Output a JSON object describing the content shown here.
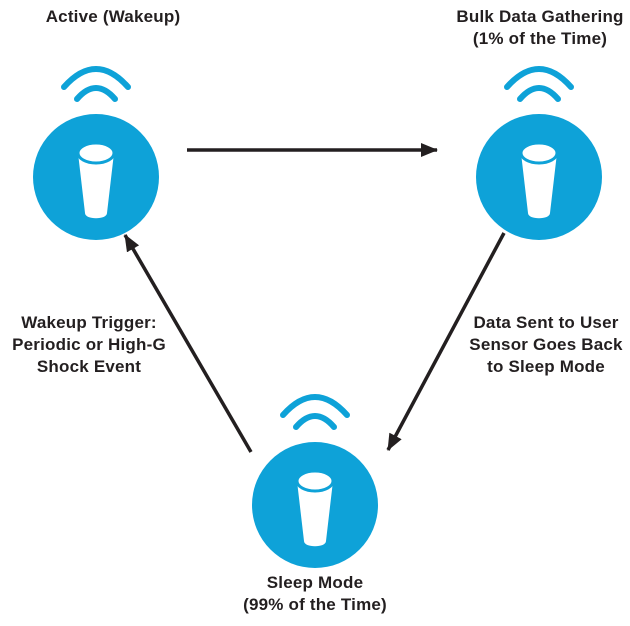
{
  "colors": {
    "node_blue": "#0ea2d8",
    "ink": "#231f20",
    "background": "#ffffff"
  },
  "nodes": {
    "active": {
      "label": "Active (Wakeup)"
    },
    "bulk": {
      "label_line1": "Bulk Data Gathering",
      "label_line2": "(1% of the Time)"
    },
    "sleep": {
      "label_line1": "Sleep Mode",
      "label_line2": "(99% of the Time)"
    }
  },
  "edges": {
    "sleep_to_active": {
      "label_line1": "Wakeup Trigger:",
      "label_line2": "Periodic or High-G",
      "label_line3": "Shock Event"
    },
    "bulk_to_sleep": {
      "label_line1": "Data Sent to User",
      "label_line2": "Sensor Goes Back",
      "label_line3": "to Sleep Mode"
    }
  }
}
